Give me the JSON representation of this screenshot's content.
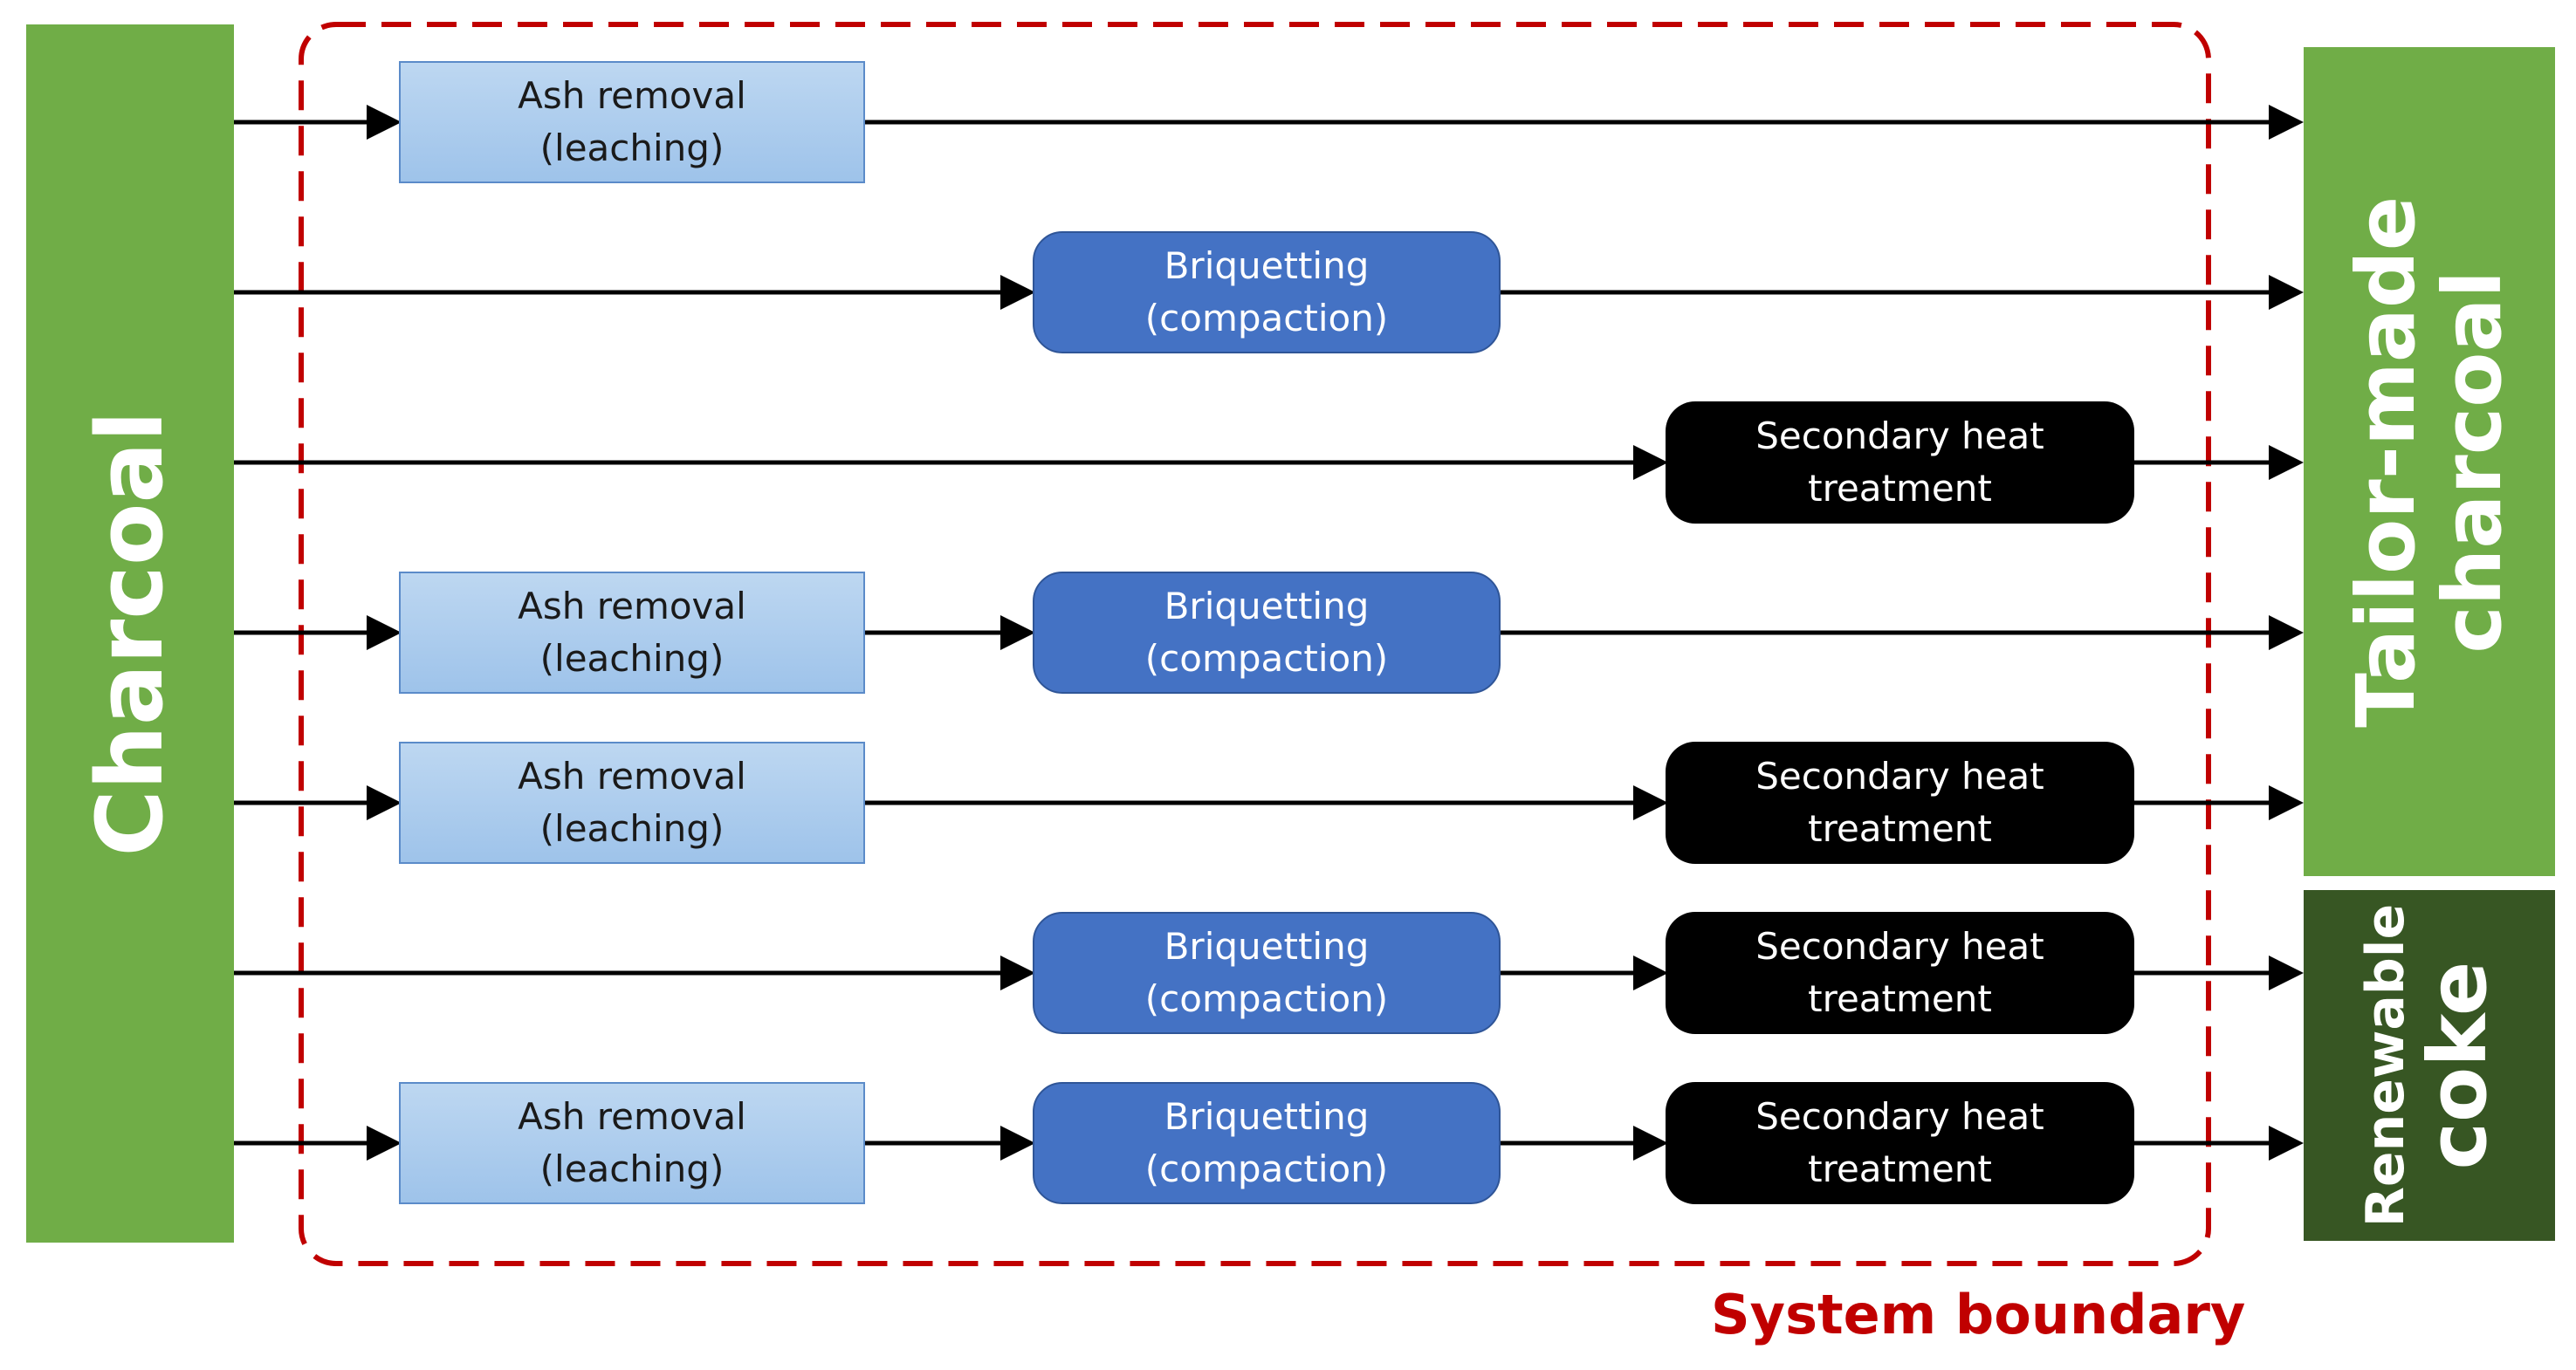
{
  "input": {
    "label": "Charcoal"
  },
  "outputs": {
    "tailor_made": {
      "label_line1": "Tailor-made",
      "label_line2": "charcoal"
    },
    "renewable_coke": {
      "label_line1": "Renewable",
      "label_line2": "coke"
    }
  },
  "boundary": {
    "label": "System boundary"
  },
  "processes": {
    "ash_removal": {
      "line1": "Ash removal",
      "line2": "(leaching)"
    },
    "briquetting": {
      "line1": "Briquetting",
      "line2": "(compaction)"
    },
    "heat_treatment": {
      "line1": "Secondary heat",
      "line2": "treatment"
    }
  },
  "pathways": [
    [
      "ash_removal"
    ],
    [
      "briquetting"
    ],
    [
      "heat_treatment"
    ],
    [
      "ash_removal",
      "briquetting"
    ],
    [
      "ash_removal",
      "heat_treatment"
    ],
    [
      "briquetting",
      "heat_treatment"
    ],
    [
      "ash_removal",
      "briquetting",
      "heat_treatment"
    ]
  ],
  "colors": {
    "charcoal_green": "#70ad47",
    "coke_dark_green": "#375623",
    "ash_fill": "#9ec3ea",
    "briquetting_fill": "#4472c4",
    "heat_fill": "#000000",
    "boundary_red": "#c00000"
  }
}
